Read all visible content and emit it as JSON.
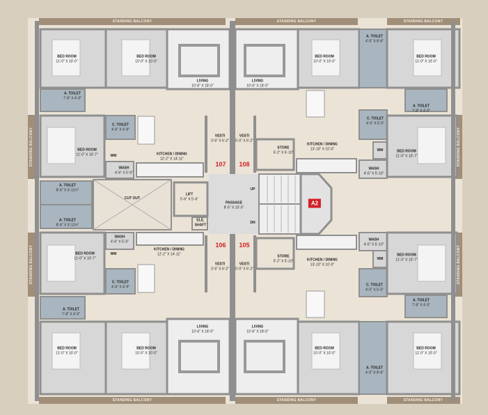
{
  "colors": {
    "wall": "#8f8f8f",
    "floor_light": "#ebe3d6",
    "bedroom": "#d7d7d7",
    "toilet": "#a9b6bf",
    "balcony": "#a08e78",
    "unit_number": "#d21f26"
  },
  "balconies": {
    "label": "STANDING BALCONY"
  },
  "units": {
    "u107": "107",
    "u108": "108",
    "u106": "106",
    "u105": "105"
  },
  "badge": {
    "a2": "A2"
  },
  "stair": {
    "up": "UP",
    "dn": "DN"
  },
  "rooms": {
    "bedroom": "BED ROOM",
    "living": "LIVING",
    "kitchen": "KITCHEN / DINING",
    "atoilet": "A. TOILET",
    "ctoilet": "C. TOILET",
    "wash": "WASH",
    "wm": "WM",
    "vesti": "VESTI",
    "store": "STORE",
    "lift": "LIFT",
    "passage": "PASSAGE",
    "cutout": "CUT OUT",
    "ele": "ELE.",
    "shaft": "SHAFT"
  },
  "dims": {
    "bed_11_10": "11'-0\" X 10'-0\"",
    "bed_10_10": "10'-0\" X 10'-0\"",
    "bed_11_107": "11'-0\" X 10'-7\"",
    "living": "10'-6\" X 18'-0\"",
    "atoilet_78_40": "7'-8\" X 4'-0\"",
    "atoilet_45_86": "4'-5\" X 8'-6\"",
    "atoilet_86_311": "8'-6\" X 3'-11½\"",
    "ctoilet_46_49": "4'-6\" X 4'-9\"",
    "ctoilet_45_55": "4'-5\" X 5'-5\"",
    "kitchen_left": "12'-2\" X 14'-11\"",
    "kitchen_right": "13'-10\" X 10'-0\"",
    "wash_left_top": "4'-6\" X 5'-0\"",
    "wash_left_bot": "4'-6\" X 5'-0\"",
    "wash_right": "4'-5\" X 5'-10\"",
    "vesti_left": "3'-6\" X 6'-2\"",
    "vesti_right": "5'-0\" X 6'-2\"",
    "store": "5'-2\" X 5'-10\"",
    "lift": "5'-6\" X 5'-6\"",
    "passage": "8'-5\" X 10'-5\""
  }
}
